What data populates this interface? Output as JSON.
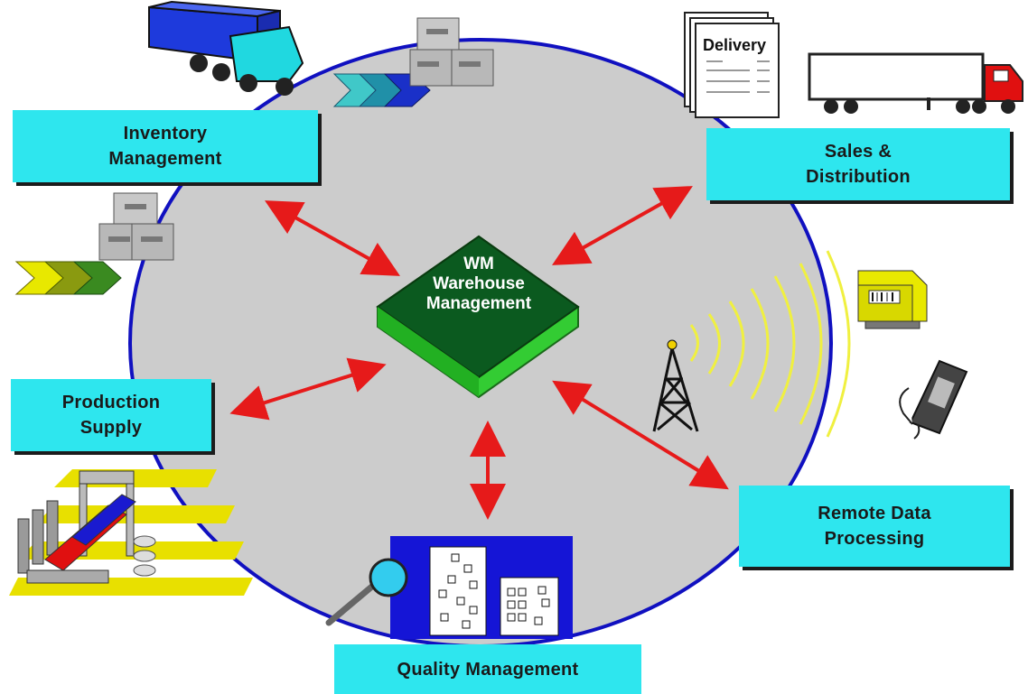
{
  "center": {
    "abbrev": "WM",
    "line1": "Warehouse",
    "line2": "Management"
  },
  "modules": {
    "inventory": "Inventory\nManagement",
    "sales": "Sales &\nDistribution",
    "production": "Production\nSupply",
    "remote": "Remote Data\nProcessing",
    "quality": "Quality Management"
  },
  "delivery_doc": {
    "title": "Delivery"
  },
  "colors": {
    "circle_fill": "#cccccc",
    "circle_border": "#1010c0",
    "label_fill": "#2ee6ee",
    "arrow": "#e61a1a",
    "wm_top": "#0b5a1f",
    "wm_side": "#33cc33",
    "quality_panel": "#1515d6"
  },
  "icons": [
    "truck-icon",
    "shipping-box-icon",
    "chevron-arrows-icon",
    "delivery-document-icon",
    "trailer-truck-icon",
    "radio-tower-icon",
    "barcode-box-icon",
    "handheld-scanner-icon",
    "production-line-icon",
    "magnifier-icon",
    "quality-documents-icon"
  ]
}
